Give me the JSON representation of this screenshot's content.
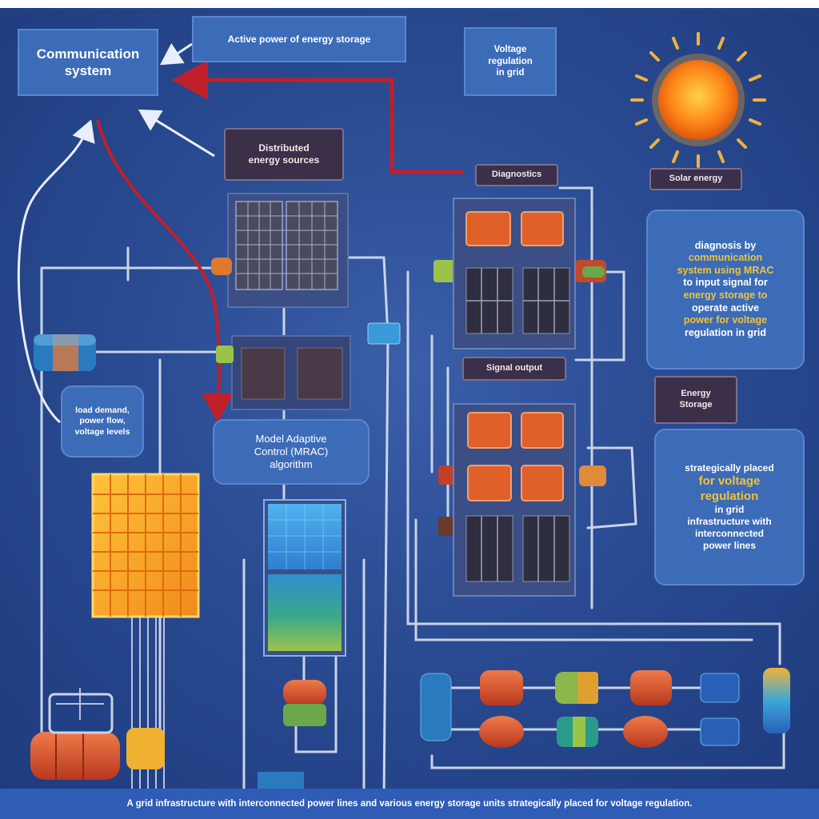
{
  "labels": {
    "communication": "Communication\nsystem",
    "active_power": "Active power of energy storage",
    "voltage_reg": "Voltage\nregulation\nin grid",
    "distributed": "Distributed\nenergy sources",
    "diagnostics": "Diagnostics",
    "solar": "Solar energy",
    "signal_output": "Signal output",
    "energy_storage": "Energy\nStorage",
    "load_demand": "load demand,\npower flow,\nvoltage levels",
    "mrac": "Model Adaptive\nControl (MRAC)\nalgorithm"
  },
  "diagnosis_box": {
    "line1": "diagnosis by",
    "line2": "communication",
    "line3": "system using MRAC",
    "line4": "to input signal for",
    "line5": "energy storage to",
    "line6": "operate active",
    "line7": "power for voltage",
    "line8": "regulation in grid"
  },
  "placed_box": {
    "line1": "strategically placed",
    "line2": "for voltage",
    "line3": "regulation",
    "line4": "in grid",
    "line5": "infrastructure with",
    "line6": "interconnected",
    "line7": "power lines"
  },
  "caption": "A grid infrastructure with interconnected power lines and various energy storage units strategically placed for voltage regulation.",
  "colors": {
    "background": "#2a4b92",
    "label_box": "#3c6cb8",
    "dark_label": "#3b2f4a",
    "highlight_text": "#f2c23a",
    "red_arrow": "#c0202a"
  },
  "icons": [
    "sun-icon",
    "solar-panel-icon",
    "battery-icon",
    "capacitor-icon",
    "connector-icon"
  ]
}
